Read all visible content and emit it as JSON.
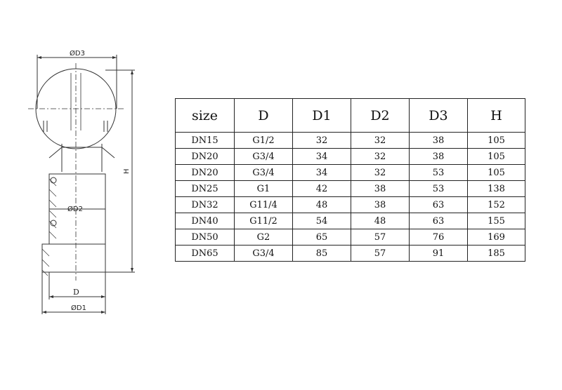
{
  "drawing": {
    "labels": {
      "d3": "ØD3",
      "d2": "ØD2",
      "h": "H",
      "d": "D",
      "d1": "ØD1"
    }
  },
  "table": {
    "headers": [
      "size",
      "D",
      "D1",
      "D2",
      "D3",
      "H"
    ],
    "rows": [
      [
        "DN15",
        "G1/2",
        "32",
        "32",
        "38",
        "105"
      ],
      [
        "DN20",
        "G3/4",
        "34",
        "32",
        "38",
        "105"
      ],
      [
        "DN20",
        "G3/4",
        "34",
        "32",
        "53",
        "105"
      ],
      [
        "DN25",
        "G1",
        "42",
        "38",
        "53",
        "138"
      ],
      [
        "DN32",
        "G11/4",
        "48",
        "38",
        "63",
        "152"
      ],
      [
        "DN40",
        "G11/2",
        "54",
        "48",
        "63",
        "155"
      ],
      [
        "DN50",
        "G2",
        "65",
        "57",
        "76",
        "169"
      ],
      [
        "DN65",
        "G3/4",
        "85",
        "57",
        "91",
        "185"
      ]
    ]
  }
}
